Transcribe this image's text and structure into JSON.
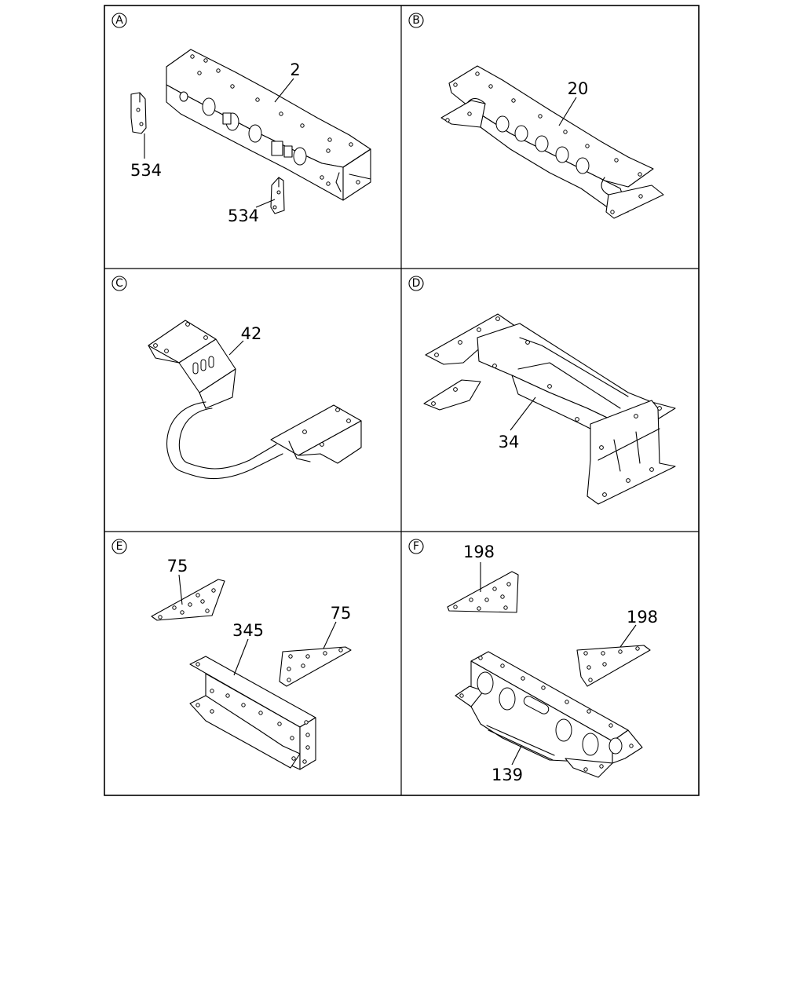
{
  "panels": [
    {
      "id": "A",
      "callouts": [
        {
          "text": "2"
        },
        {
          "text": "534"
        },
        {
          "text": "534"
        }
      ]
    },
    {
      "id": "B",
      "callouts": [
        {
          "text": "20"
        }
      ]
    },
    {
      "id": "C",
      "callouts": [
        {
          "text": "42"
        }
      ]
    },
    {
      "id": "D",
      "callouts": [
        {
          "text": "34"
        }
      ]
    },
    {
      "id": "E",
      "callouts": [
        {
          "text": "75"
        },
        {
          "text": "345"
        },
        {
          "text": "75"
        }
      ]
    },
    {
      "id": "F",
      "callouts": [
        {
          "text": "198"
        },
        {
          "text": "198"
        },
        {
          "text": "139"
        }
      ]
    }
  ]
}
